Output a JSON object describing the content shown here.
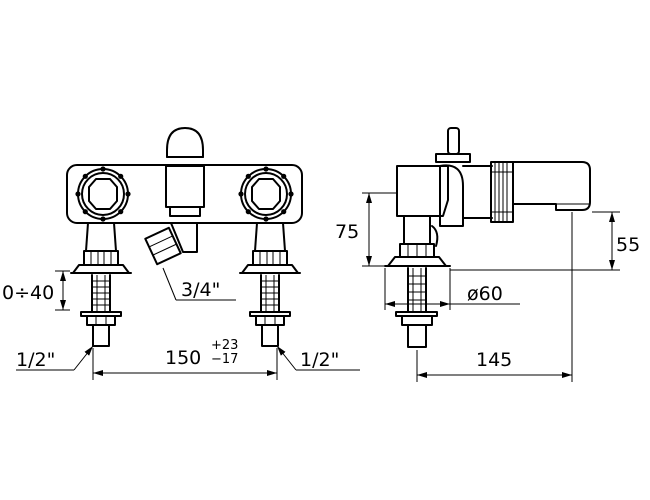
{
  "front_view": {
    "adjust_range": "0÷40",
    "outlet_thread": "3/4\"",
    "left_inlet_thread": "1/2\"",
    "right_inlet_thread": "1/2\"",
    "centers": "150",
    "centers_tol_plus": "+23",
    "centers_tol_minus": "−17"
  },
  "side_view": {
    "body_height": "75",
    "spout_height": "55",
    "flange_diameter": "ø60",
    "projection": "145"
  },
  "colors": {
    "line": "#000000",
    "background": "#ffffff"
  }
}
